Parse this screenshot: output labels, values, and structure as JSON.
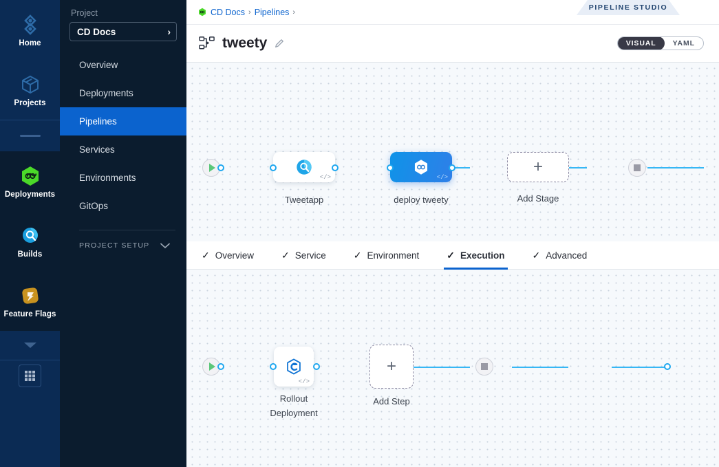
{
  "rail": {
    "items": [
      {
        "label": "Home",
        "icon": "home-diamond-icon",
        "shade": "light"
      },
      {
        "label": "Projects",
        "icon": "cube-icon",
        "shade": "light"
      },
      {
        "label": "Deployments",
        "icon": "cd-hexagon-icon",
        "shade": "dark"
      },
      {
        "label": "Builds",
        "icon": "ci-magnifier-icon",
        "shade": "dark"
      },
      {
        "label": "Feature Flags",
        "icon": "ff-flag-icon",
        "shade": "dark"
      }
    ],
    "more_icon": "chevron-down-icon",
    "apps_icon": "grid-apps-icon"
  },
  "nav": {
    "heading": "Project",
    "project_name": "CD Docs",
    "project_chevron": "chevron-right-icon",
    "items": [
      {
        "label": "Overview",
        "active": false
      },
      {
        "label": "Deployments",
        "active": false
      },
      {
        "label": "Pipelines",
        "active": true
      },
      {
        "label": "Services",
        "active": false
      },
      {
        "label": "Environments",
        "active": false
      },
      {
        "label": "GitOps",
        "active": false
      }
    ],
    "setup_label": "PROJECT SETUP",
    "setup_chevron": "chevron-down-icon"
  },
  "header": {
    "breadcrumb": [
      {
        "label": "CD Docs",
        "icon": "cd-hexagon-icon"
      },
      {
        "label": "Pipelines",
        "icon": ""
      }
    ],
    "breadcrumb_separator": "›",
    "studio_tab": "PIPELINE STUDIO",
    "pipeline_icon": "pipeline-hierarchy-icon",
    "pipeline_name": "tweety",
    "edit_icon": "pencil-edit-icon",
    "view_modes": [
      {
        "label": "VISUAL",
        "selected": true
      },
      {
        "label": "YAML",
        "selected": false
      }
    ]
  },
  "stage_canvas": {
    "start_icon": "play-triangle-icon",
    "end_icon": "stop-square-icon",
    "nodes": [
      {
        "label": "Tweetapp",
        "icon": "build-magnifier-icon",
        "selected": false,
        "code_mark": "</>"
      },
      {
        "label": "deploy tweety",
        "icon": "cd-hexagon-icon",
        "selected": true,
        "code_mark": "</>"
      }
    ],
    "add_label": "Add Stage",
    "add_icon": "plus-icon"
  },
  "tabs": [
    {
      "label": "Overview",
      "check": "check-icon",
      "active": false
    },
    {
      "label": "Service",
      "check": "check-icon",
      "active": false
    },
    {
      "label": "Environment",
      "check": "check-icon",
      "active": false
    },
    {
      "label": "Execution",
      "check": "check-icon",
      "active": true
    },
    {
      "label": "Advanced",
      "check": "check-icon",
      "active": false
    }
  ],
  "step_canvas": {
    "start_icon": "play-triangle-icon",
    "end_icon": "stop-square-icon",
    "nodes": [
      {
        "label": "Rollout Deployment",
        "icon": "k8s-rollout-icon",
        "code_mark": "</>"
      }
    ],
    "add_label": "Add Step",
    "add_icon": "plus-icon"
  },
  "colors": {
    "accent_blue": "#0b63ce",
    "edge_blue": "#37b7f5",
    "nav_bg": "#0b1c2e",
    "rail_light": "#0b2b54",
    "rail_dark": "#0a1c30",
    "canvas_bg": "#f6f9fc",
    "green": "#5bc77a"
  }
}
